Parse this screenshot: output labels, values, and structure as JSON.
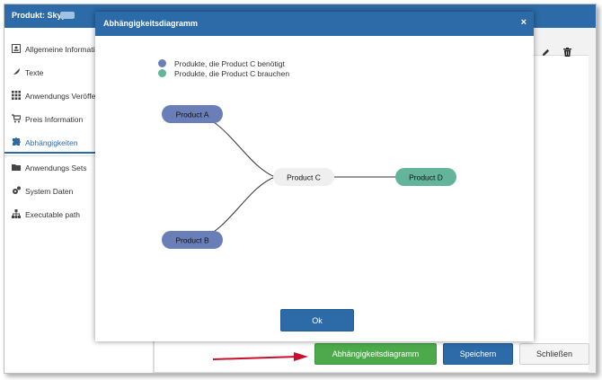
{
  "app": {
    "title": "Produkt: Skype",
    "title_blurred_suffix": true
  },
  "sidebar": {
    "items": [
      {
        "label": "Allgemeine Informationen",
        "icon": "info-card-icon",
        "active": false
      },
      {
        "label": "Texte",
        "icon": "feather-icon",
        "active": false
      },
      {
        "label": "Anwendungs Veröffentlichung",
        "icon": "grid-icon",
        "active": false
      },
      {
        "label": "Preis Information",
        "icon": "cart-icon",
        "active": false
      },
      {
        "label": "Abhängigkeiten",
        "icon": "puzzle-icon",
        "active": true
      },
      {
        "label": "Anwendungs Sets",
        "icon": "folder-icon",
        "active": false
      },
      {
        "label": "System Daten",
        "icon": "gears-icon",
        "active": false
      },
      {
        "label": "Executable path",
        "icon": "sitemap-icon",
        "active": false
      }
    ]
  },
  "toolbar": {
    "edit_icon": "pencil-icon",
    "delete_icon": "trash-icon"
  },
  "footer": {
    "diagram_button": "Abhängigkeitsdiagramm",
    "save_button": "Speichern",
    "close_button": "Schließen"
  },
  "modal": {
    "title": "Abhängigkeitsdiagramm",
    "close_glyph": "×",
    "legend": [
      {
        "label": "Produkte, die  Product C benötigt",
        "color": "#6a7fb8"
      },
      {
        "label": "Produkte, die Product C brauchen",
        "color": "#62b49a"
      }
    ],
    "nodes": {
      "a": {
        "label": "Product A",
        "color": "#6a7fb8"
      },
      "b": {
        "label": "Product B",
        "color": "#6a7fb8"
      },
      "c": {
        "label": "Product C",
        "color": "#efefef"
      },
      "d": {
        "label": "Product D",
        "color": "#62b49a"
      }
    },
    "ok_button": "Ok"
  },
  "colors": {
    "brand_blue": "#2c6aa8",
    "green_button": "#4caa4a",
    "arrow_red": "#c8102e"
  }
}
